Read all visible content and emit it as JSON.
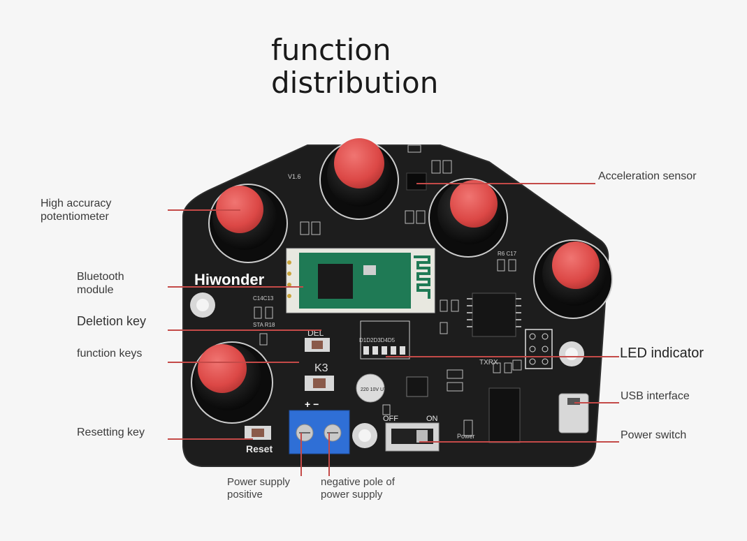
{
  "title": {
    "line1": "function",
    "line2": "distribution"
  },
  "board": {
    "brand": "Hiwonder",
    "version": "V1.6",
    "key_del": "DEL",
    "key_k3": "K3",
    "key_reset": "Reset",
    "switch_off": "OFF",
    "switch_on": "ON",
    "power_silk": "Power",
    "txrx": "TXRX",
    "cap_rating": "220 10V UT",
    "plus_minus": "+  −",
    "leds": "D1D2D3D4D5",
    "silk_c14c13": "C14C13",
    "silk_sta": "STA R18",
    "silk_r6c17": "R6 C17"
  },
  "callouts": {
    "high_accuracy_1": "High accuracy",
    "high_accuracy_2": "potentiometer",
    "bluetooth_1": "Bluetooth",
    "bluetooth_2": "module",
    "deletion_key": "Deletion key",
    "function_keys": "function keys",
    "resetting_key": "Resetting key",
    "power_pos_1": "Power supply",
    "power_pos_2": "positive",
    "power_neg_1": "negative pole of",
    "power_neg_2": "power supply",
    "acceleration": "Acceleration sensor",
    "led_indicator": "LED indicator",
    "usb_interface": "USB interface",
    "power_switch": "Power switch"
  },
  "colors": {
    "pcb": "#1c1c1c",
    "knob_cap": "#e0504e",
    "knob_body": "#111111",
    "leader_line": "#c44a48",
    "terminal_blue": "#2f6fd6",
    "bt_module": "#1f7a55"
  }
}
